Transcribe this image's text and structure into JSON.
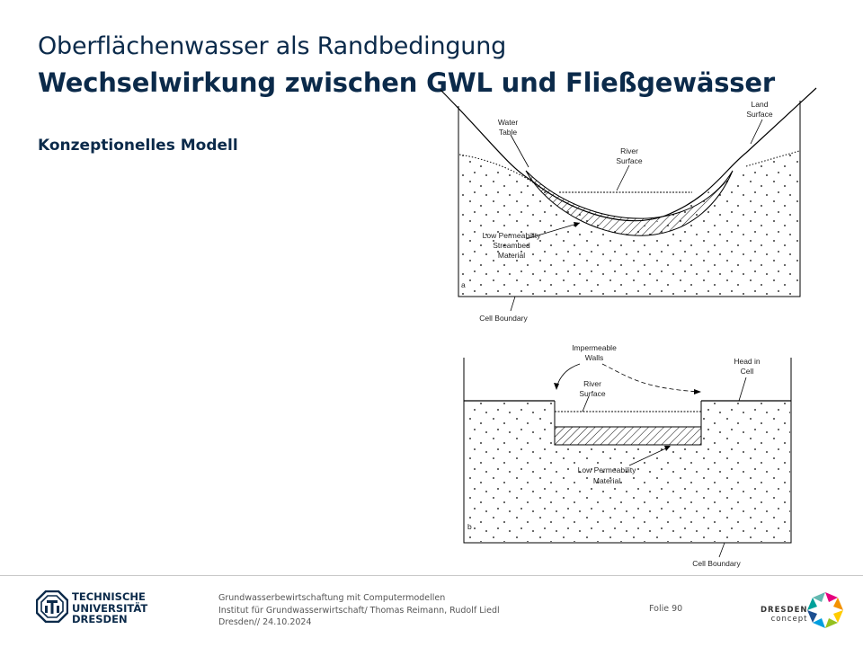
{
  "header": {
    "title": "Oberflächenwasser als Randbedingung",
    "title_bold": "Wechselwirkung zwischen GWL und Fließgewässer",
    "subtitle": "Konzeptionelles  Modell"
  },
  "figure_a": {
    "label_land": [
      "Land",
      "Surface"
    ],
    "label_water": [
      "Water",
      "Table"
    ],
    "label_river": [
      "River",
      "Surface"
    ],
    "label_lowperm": [
      "Low Permeability",
      "Streambed",
      "Material"
    ],
    "label_cell": "Cell Boundary",
    "panel_letter": "a"
  },
  "figure_b": {
    "label_walls": [
      "Impermeable",
      "Walls"
    ],
    "label_head": [
      "Head in",
      "Cell"
    ],
    "label_river": [
      "River",
      "Surface"
    ],
    "label_lowperm": [
      "Low Permeability",
      "Material"
    ],
    "label_cell": "Cell Boundary",
    "panel_letter": "b"
  },
  "footer": {
    "logo_line1": "TECHNISCHE",
    "logo_line2": "UNIVERSITÄT",
    "logo_line3": "DRESDEN",
    "info_line1": "Grundwasserbewirtschaftung mit Computermodellen",
    "info_line2": "Institut für Grundwasserwirtschaft/ Thomas Reimann, Rudolf Liedl",
    "info_line3": "Dresden// 24.10.2024",
    "folie": "Folie 90",
    "dc_line1": "DRESDEN",
    "dc_line2": "concept"
  }
}
